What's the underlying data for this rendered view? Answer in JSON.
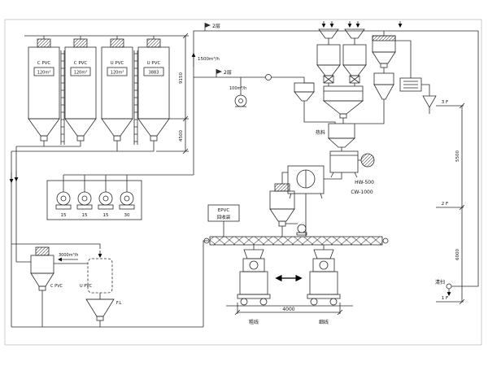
{
  "silos": [
    {
      "name": "C PVC",
      "capacity": "120m³"
    },
    {
      "name": "C PVC",
      "capacity": "120m³"
    },
    {
      "name": "U PVC",
      "capacity": "120m³"
    },
    {
      "name": "U PVC",
      "capacity": "3883"
    }
  ],
  "flows": {
    "riser": "1500m³/h",
    "feeder": "100m³/h",
    "receiver": "3000m³/h"
  },
  "levels": {
    "flag_top": "2层",
    "flag_mid": "2层",
    "f3": "3 F",
    "f2": "2 F",
    "f1": "1 F"
  },
  "dims": {
    "silo_body": "9150",
    "silo_cone": "4500",
    "packing_span": "4000",
    "floor_3_2": "5500",
    "floor_2_1": "6000"
  },
  "blowers": [
    "15",
    "15",
    "15",
    "30"
  ],
  "equipment": {
    "hot_material": "热料",
    "hot_mixer": "HW-500",
    "cooling_mixer": "CW-1000",
    "recycle_line1": "EPVC",
    "recycle_line2": "回收袋",
    "cleaning": "清扫",
    "line_left": "粗线",
    "line_right": "细线",
    "floor_level": "F.L",
    "mat_c": "C PVC",
    "mat_u": "U PVC"
  }
}
